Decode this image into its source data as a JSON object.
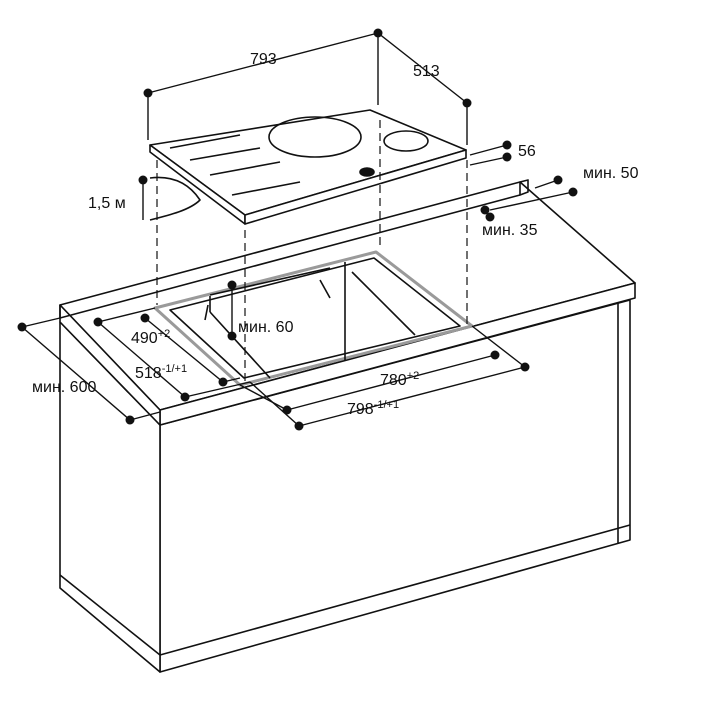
{
  "diagram": {
    "title": "Встраивание варочной панели",
    "dimensions": {
      "hob_width": "793",
      "hob_depth": "513",
      "hob_height": "56",
      "cable_length": "1,5 м",
      "back_clearance": "мин. 50",
      "front_clearance": "мин. 35",
      "min_depth_under": "мин. 60",
      "cutout_depth": {
        "value": "490",
        "tolerance": "+2"
      },
      "frame_depth": {
        "value": "518",
        "tolerance": "-1/+1"
      },
      "cutout_width": {
        "value": "780",
        "tolerance": "+2"
      },
      "frame_width": {
        "value": "798",
        "tolerance": "-1/+1"
      },
      "worktop_depth": "мин. 600"
    },
    "colors": {
      "line": "#111111",
      "frame": "#9a9a9a"
    }
  }
}
